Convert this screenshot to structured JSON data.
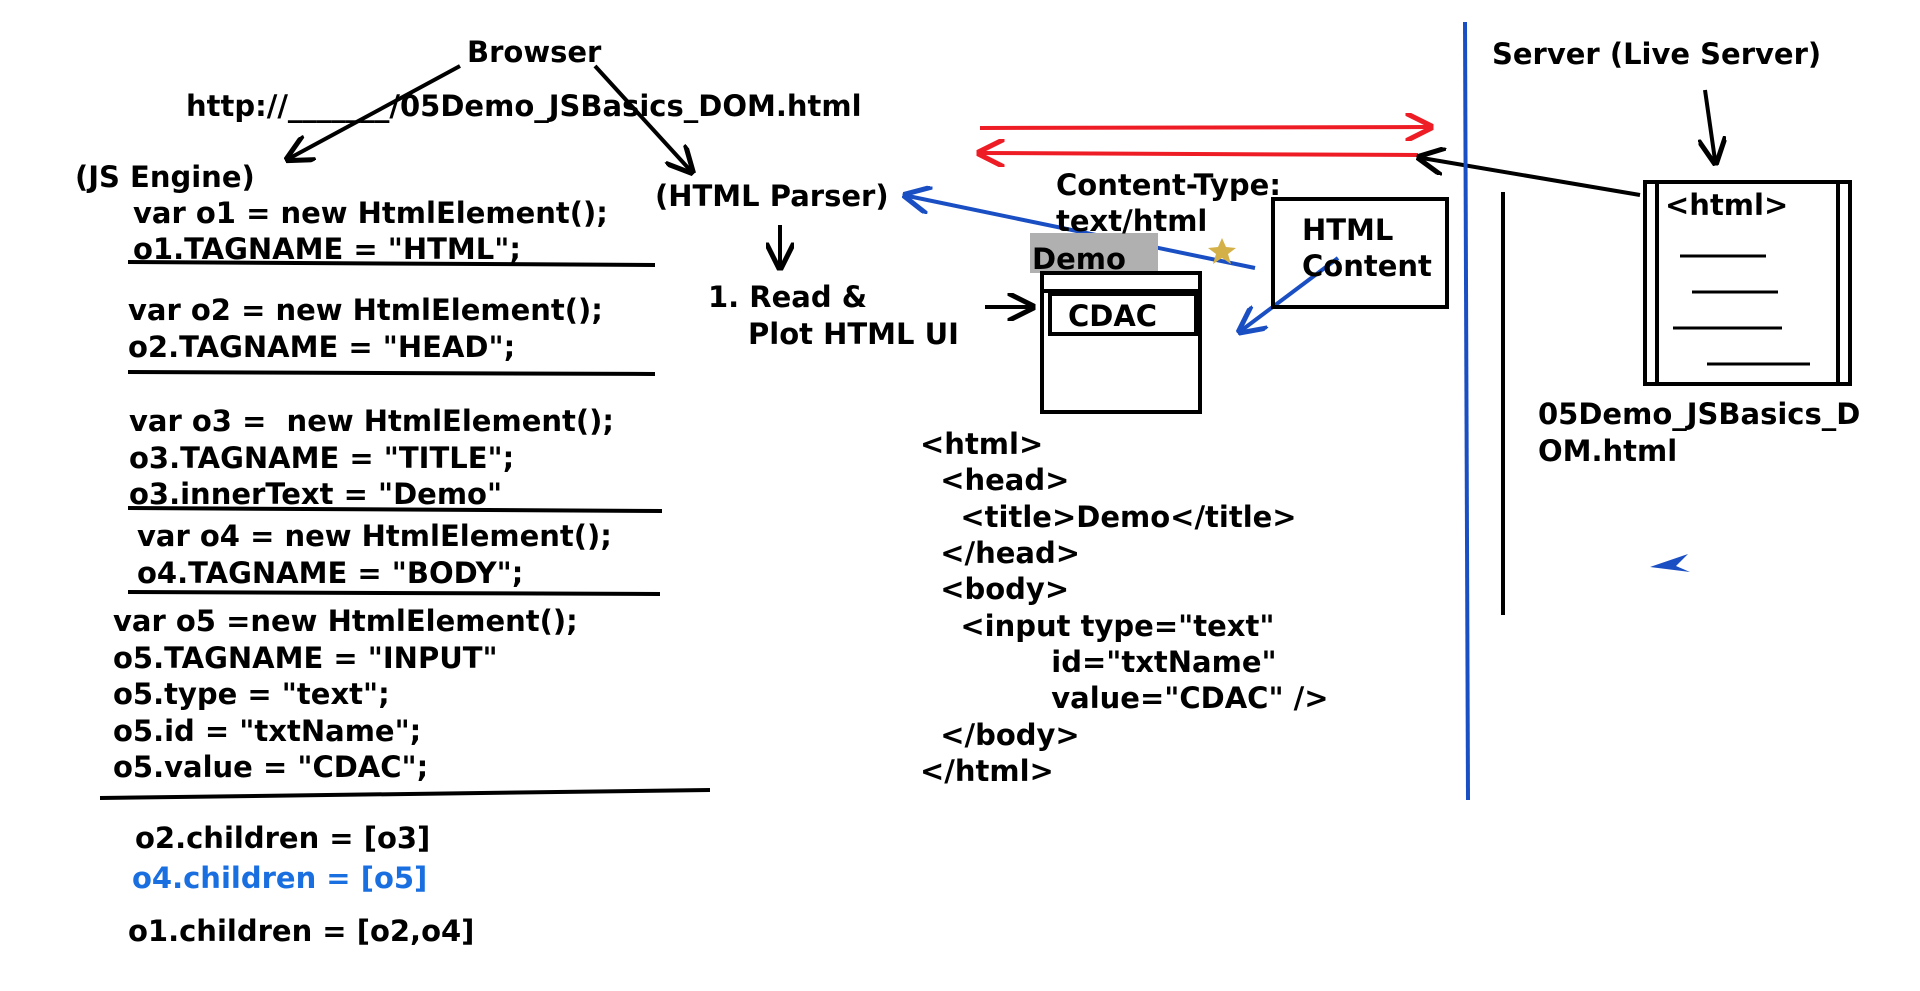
{
  "browser": {
    "label": "Browser",
    "url": "http://_______/05Demo_JSBasics_DOM.html",
    "js_engine": "(JS Engine)",
    "html_parser": "(HTML Parser)",
    "step": [
      "1. Read &",
      "Plot HTML UI"
    ],
    "window_title": "Demo",
    "input_value": "CDAC"
  },
  "js_code": {
    "block1": [
      "var o1 = new HtmlElement();",
      "o1.TAGNAME = \"HTML\";"
    ],
    "block2": [
      "var o2 = new HtmlElement();",
      "o2.TAGNAME = \"HEAD\";"
    ],
    "block3": [
      "var o3 =  new HtmlElement();",
      "o3.TAGNAME = \"TITLE\";",
      "o3.innerText = \"Demo\""
    ],
    "block4": [
      "var o4 = new HtmlElement();",
      "o4.TAGNAME = \"BODY\";"
    ],
    "block5": [
      "var o5 =new HtmlElement();",
      "o5.TAGNAME = \"INPUT\"",
      "o5.type = \"text\";",
      "o5.id = \"txtName\";",
      "o5.value = \"CDAC\";"
    ],
    "children": [
      "o2.children = [o3]",
      "o4.children = [o5]",
      "o1.children = [o2,o4]"
    ]
  },
  "html_source": [
    "<html>",
    "  <head>",
    "    <title>Demo</title>",
    "  </head>",
    "  <body>",
    "    <input type=\"text\"",
    "             id=\"txtName\"",
    "             value=\"CDAC\" />",
    "  </body>",
    "</html>"
  ],
  "response": {
    "content_type": [
      "Content-Type:",
      "text/html"
    ],
    "html_content": [
      "HTML",
      "Content"
    ]
  },
  "server": {
    "label": "Server (Live Server)",
    "doc_tag": "<html>",
    "file_name": [
      "05Demo_JSBasics_D",
      "OM.html"
    ]
  },
  "colors": {
    "ink": "#000000",
    "request_arrow": "#ee1c24",
    "response_arrow": "#ee1c24",
    "parser_arrow": "#1a4fc4",
    "divider": "#1a4fc4",
    "highlight": "#1a6fe0",
    "star": "#d4b048",
    "title_bar": "#b0b0b0"
  }
}
